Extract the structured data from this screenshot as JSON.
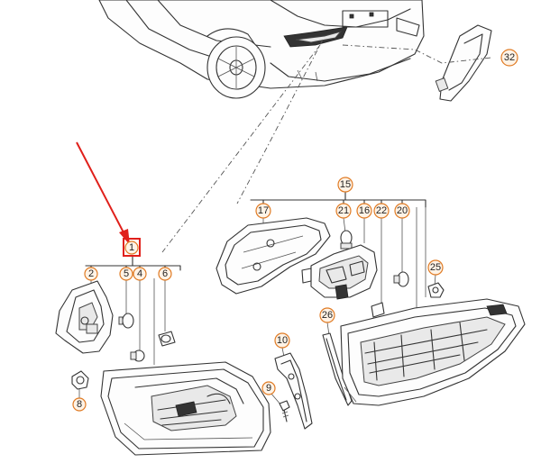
{
  "callouts": [
    {
      "id": "c1",
      "text": "1"
    },
    {
      "id": "c2",
      "text": "2"
    },
    {
      "id": "c4",
      "text": "4"
    },
    {
      "id": "c5",
      "text": "5"
    },
    {
      "id": "c6",
      "text": "6"
    },
    {
      "id": "c8",
      "text": "8"
    },
    {
      "id": "c9",
      "text": "9"
    },
    {
      "id": "c10",
      "text": "10"
    },
    {
      "id": "c15",
      "text": "15"
    },
    {
      "id": "c16",
      "text": "16"
    },
    {
      "id": "c17",
      "text": "17"
    },
    {
      "id": "c20",
      "text": "20"
    },
    {
      "id": "c21",
      "text": "21"
    },
    {
      "id": "c22",
      "text": "22"
    },
    {
      "id": "c25",
      "text": "25"
    },
    {
      "id": "c26",
      "text": "26"
    },
    {
      "id": "c32",
      "text": "32"
    }
  ],
  "colors": {
    "callout_border": "#e07b24",
    "callout_fill": "#fff3e6",
    "highlight": "#e0201b",
    "line": "#333333"
  },
  "highlighted_callout": "1"
}
